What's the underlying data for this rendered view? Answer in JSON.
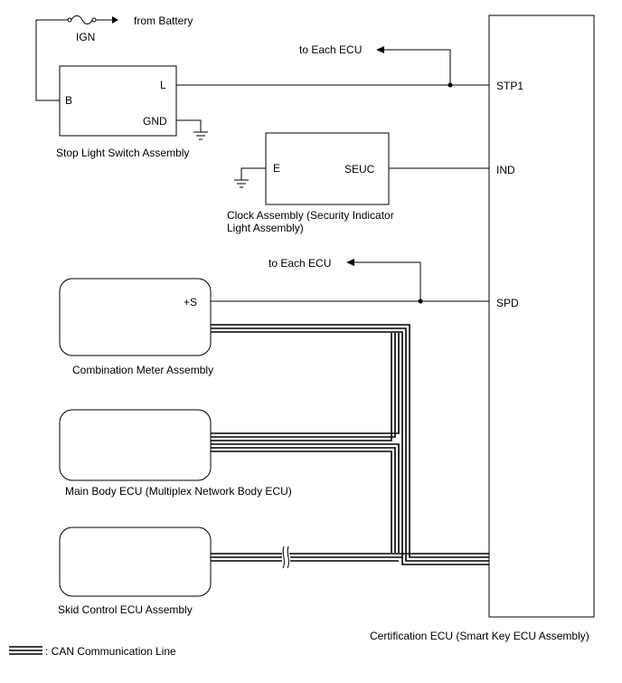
{
  "battery": {
    "label": "from Battery",
    "fuse_label": "IGN"
  },
  "stop_light_switch": {
    "name": "Stop Light Switch Assembly",
    "pin_b": "B",
    "pin_l": "L",
    "pin_gnd": "GND"
  },
  "clock_assembly": {
    "name_line1": "Clock Assembly (Security Indicator",
    "name_line2": "Light Assembly)",
    "pin_e": "E",
    "pin_seuc": "SEUC"
  },
  "combination_meter": {
    "name": "Combination Meter Assembly",
    "pin_s": "+S"
  },
  "main_body_ecu": {
    "name": "Main Body ECU (Multiplex Network Body ECU)"
  },
  "skid_control_ecu": {
    "name": "Skid Control ECU Assembly"
  },
  "certification_ecu": {
    "name": "Certification ECU (Smart Key ECU Assembly)",
    "pin_stp1": "STP1",
    "pin_ind": "IND",
    "pin_spd": "SPD"
  },
  "to_each_ecu_1": "to Each ECU",
  "to_each_ecu_2": "to Each ECU",
  "legend": {
    "can_line": ": CAN Communication Line"
  }
}
